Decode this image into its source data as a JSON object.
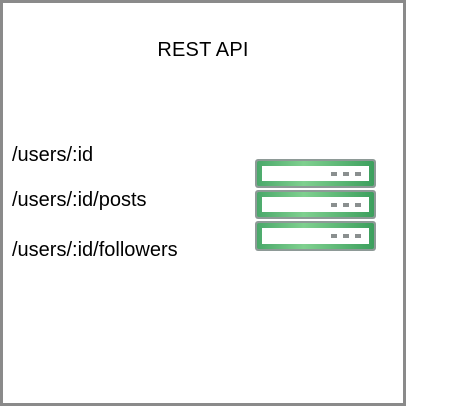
{
  "diagram": {
    "title": "REST API",
    "endpoints": [
      "/users/:id",
      "/users/:id/posts",
      "/users/:id/followers"
    ],
    "server_icon": {
      "name": "server-icon",
      "units": 3,
      "accent_color": "#3aa655",
      "frame_color": "#7d8b88",
      "dot_color": "#8a8f8f"
    }
  }
}
